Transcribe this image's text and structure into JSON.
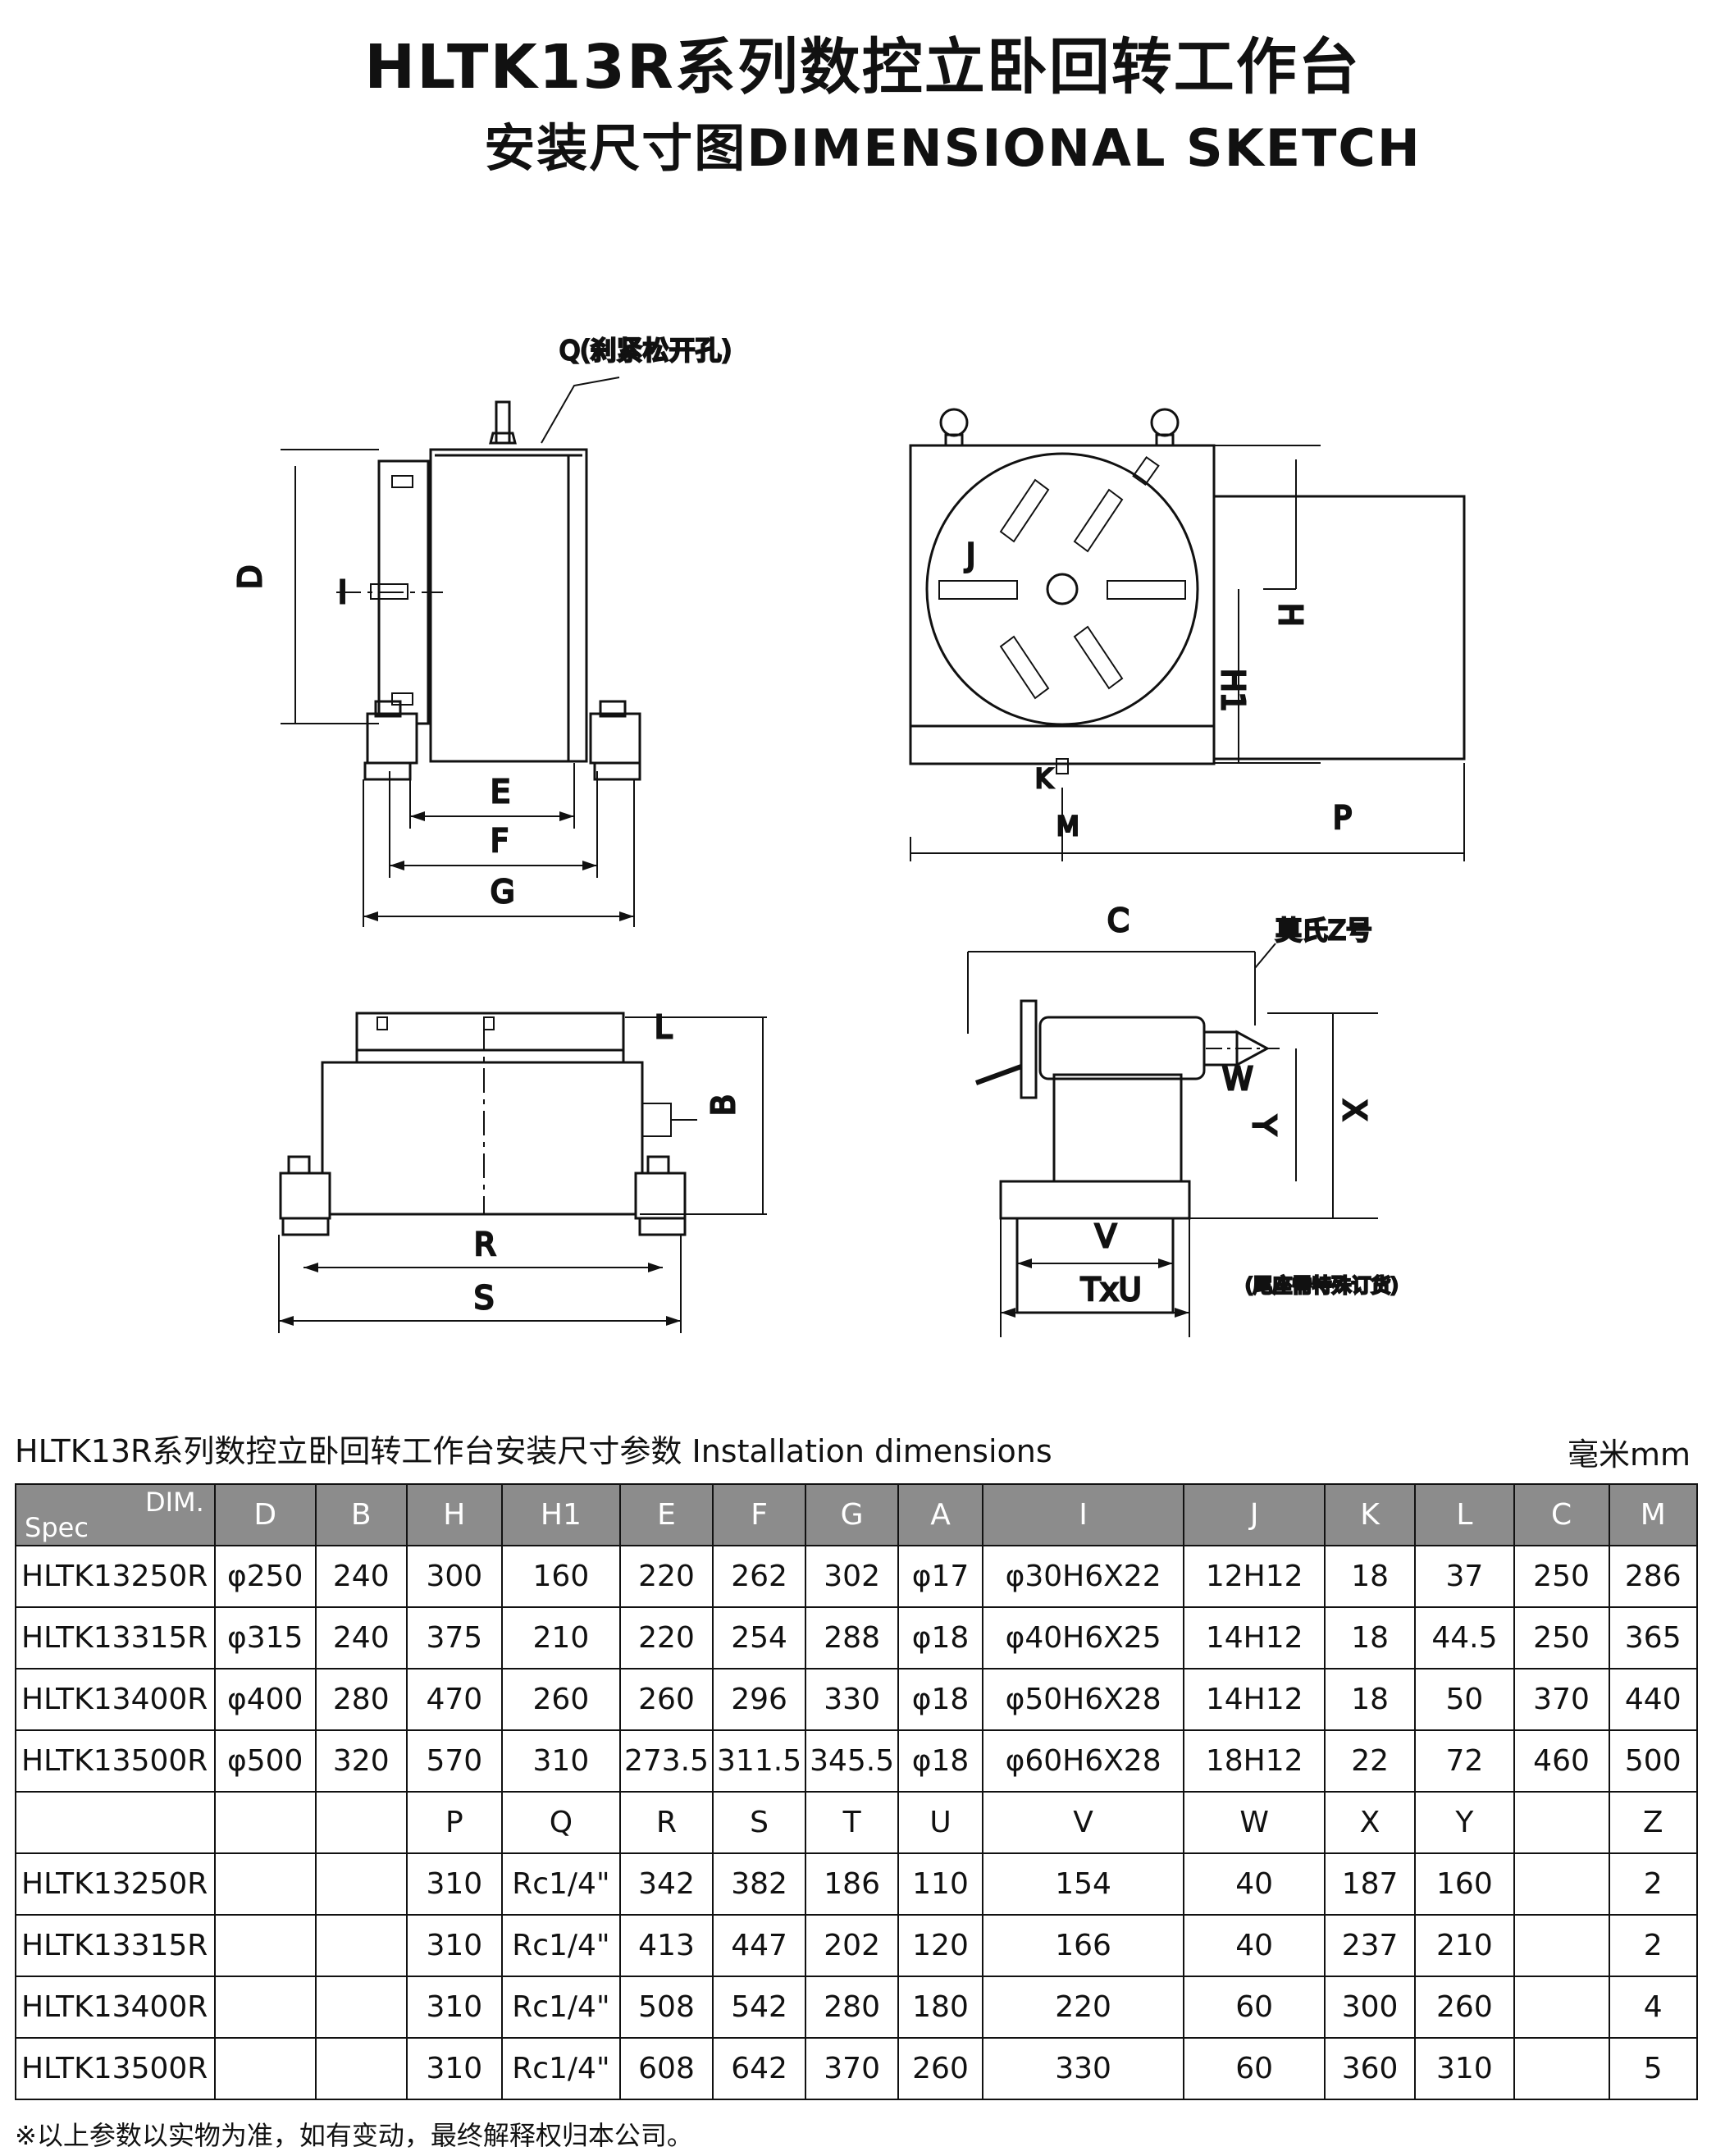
{
  "title": "HLTK13R系列数控立卧回转工作台",
  "subtitle": "安装尺寸图DIMENSIONAL SKETCH",
  "drawing_labels": {
    "q": "Q(刹紧松开孔)",
    "d": "D",
    "i": "I",
    "e": "E",
    "f": "F",
    "g": "G",
    "j": "J",
    "h": "H",
    "h1": "H1",
    "k": "K",
    "m": "M",
    "p": "P",
    "l": "L",
    "b": "B",
    "r": "R",
    "s": "S",
    "c": "C",
    "morse": "莫氏Z号",
    "w": "W",
    "x": "X",
    "y": "Y",
    "v": "V",
    "txu": "TxU",
    "tailstock_note": "(尾座需特殊订货)"
  },
  "table_caption": "HLTK13R系列数控立卧回转工作台安装尺寸参数 Installation dimensions",
  "unit": "毫米mm",
  "table": {
    "corner_dim": "DIM.",
    "corner_spec": "Spec",
    "header1": [
      "D",
      "B",
      "H",
      "H1",
      "E",
      "F",
      "G",
      "A",
      "I",
      "J",
      "K",
      "L",
      "C",
      "M"
    ],
    "rows1": [
      [
        "HLTK13250R",
        "φ250",
        "240",
        "300",
        "160",
        "220",
        "262",
        "302",
        "φ17",
        "φ30H6X22",
        "12H12",
        "18",
        "37",
        "250",
        "286"
      ],
      [
        "HLTK13315R",
        "φ315",
        "240",
        "375",
        "210",
        "220",
        "254",
        "288",
        "φ18",
        "φ40H6X25",
        "14H12",
        "18",
        "44.5",
        "250",
        "365"
      ],
      [
        "HLTK13400R",
        "φ400",
        "280",
        "470",
        "260",
        "260",
        "296",
        "330",
        "φ18",
        "φ50H6X28",
        "14H12",
        "18",
        "50",
        "370",
        "440"
      ],
      [
        "HLTK13500R",
        "φ500",
        "320",
        "570",
        "310",
        "273.5",
        "311.5",
        "345.5",
        "φ18",
        "φ60H6X28",
        "18H12",
        "22",
        "72",
        "460",
        "500"
      ]
    ],
    "header2": [
      "",
      "",
      "P",
      "Q",
      "R",
      "S",
      "T",
      "U",
      "V",
      "W",
      "X",
      "Y",
      "",
      "Z"
    ],
    "rows2": [
      [
        "HLTK13250R",
        "",
        "",
        "310",
        "Rc1/4\"",
        "342",
        "382",
        "186",
        "110",
        "154",
        "40",
        "187",
        "160",
        "",
        "2"
      ],
      [
        "HLTK13315R",
        "",
        "",
        "310",
        "Rc1/4\"",
        "413",
        "447",
        "202",
        "120",
        "166",
        "40",
        "237",
        "210",
        "",
        "2"
      ],
      [
        "HLTK13400R",
        "",
        "",
        "310",
        "Rc1/4\"",
        "508",
        "542",
        "280",
        "180",
        "220",
        "60",
        "300",
        "260",
        "",
        "4"
      ],
      [
        "HLTK13500R",
        "",
        "",
        "310",
        "Rc1/4\"",
        "608",
        "642",
        "370",
        "260",
        "330",
        "60",
        "360",
        "310",
        "",
        "5"
      ]
    ]
  },
  "footnote": "※以上参数以实物为准，如有变动，最终解释权归本公司。"
}
